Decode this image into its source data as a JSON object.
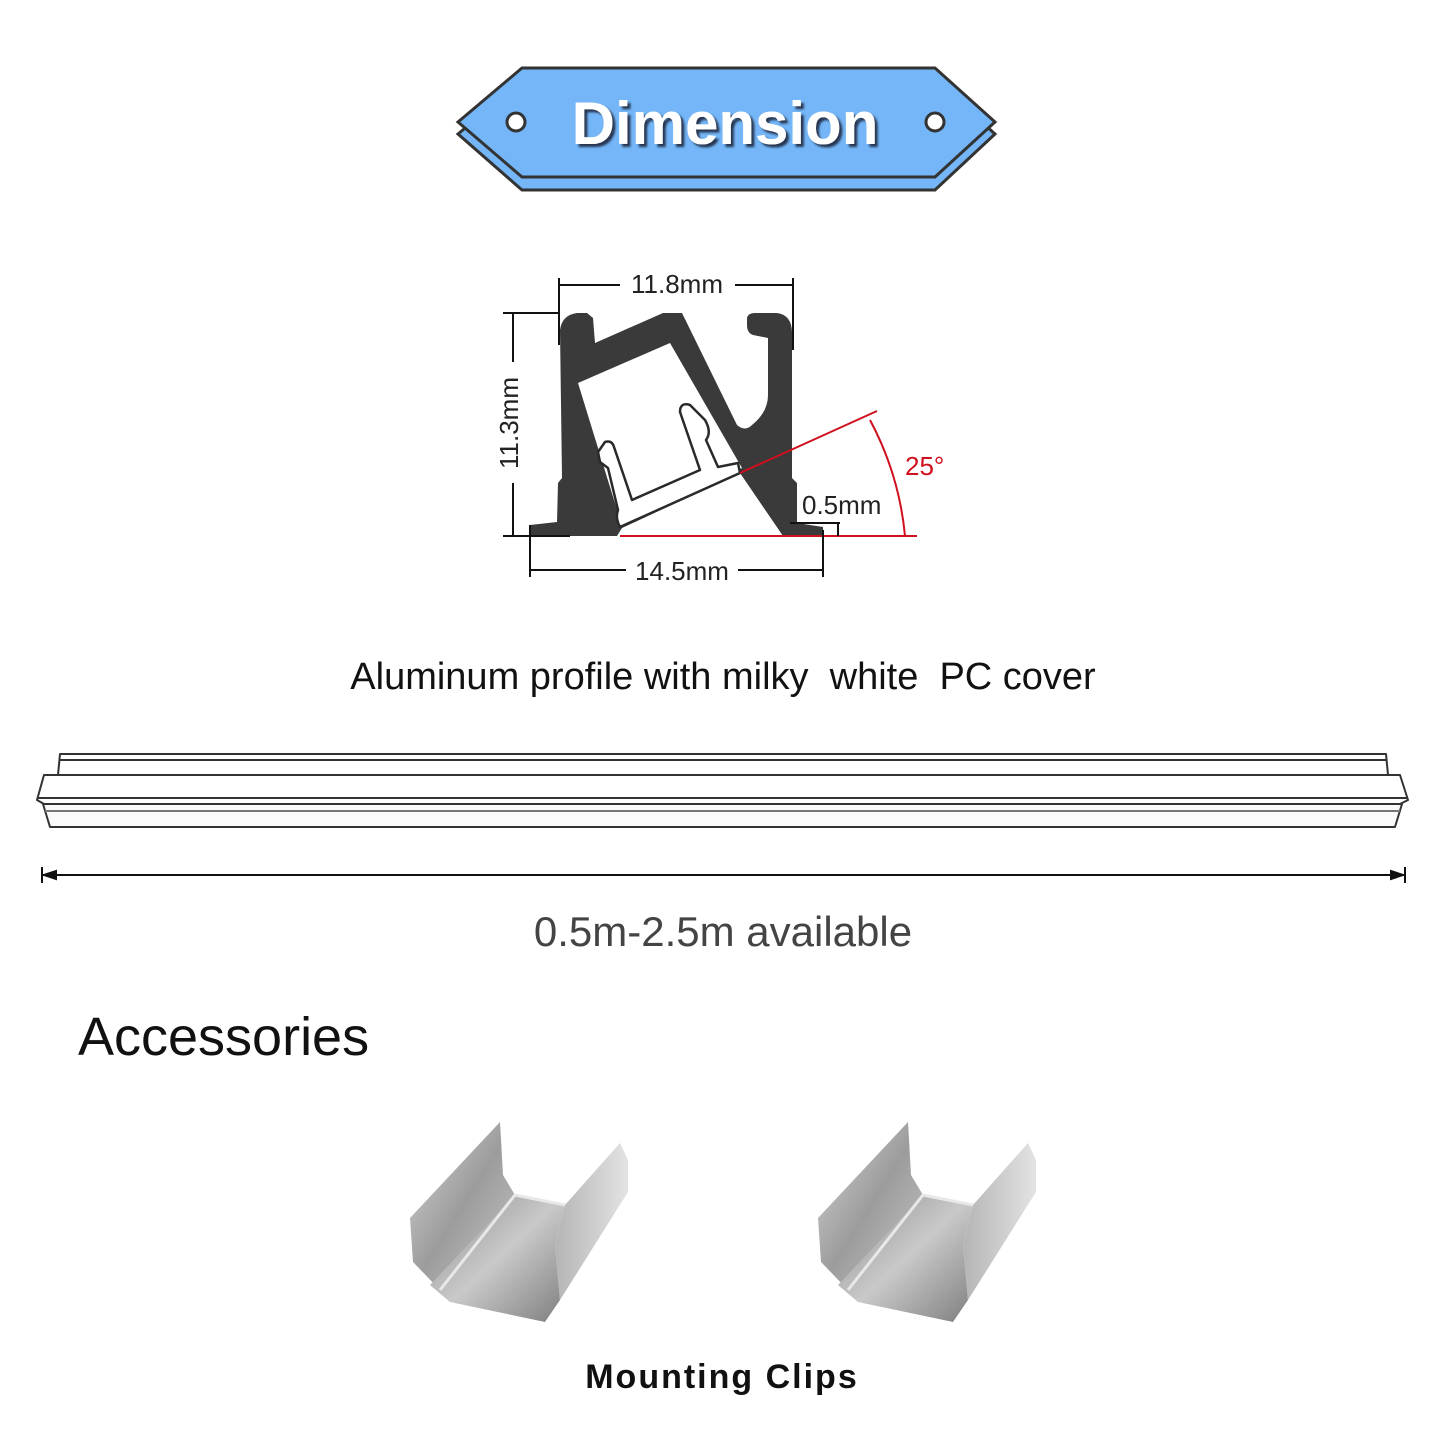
{
  "banner": {
    "title": "Dimension",
    "fill": "#74b6f7",
    "stroke": "#333333"
  },
  "profile_drawing": {
    "width_top": "11.8mm",
    "height": "11.3mm",
    "width_bottom": "14.5mm",
    "thickness": "0.5mm",
    "angle": "25°",
    "body_color": "#3a3a3a",
    "angle_color": "#d0101e"
  },
  "caption": "Aluminum profile with milky  white  PC cover",
  "length_text": "0.5m-2.5m available",
  "accessories": {
    "heading": "Accessories",
    "item_label": "Mounting Clips"
  }
}
